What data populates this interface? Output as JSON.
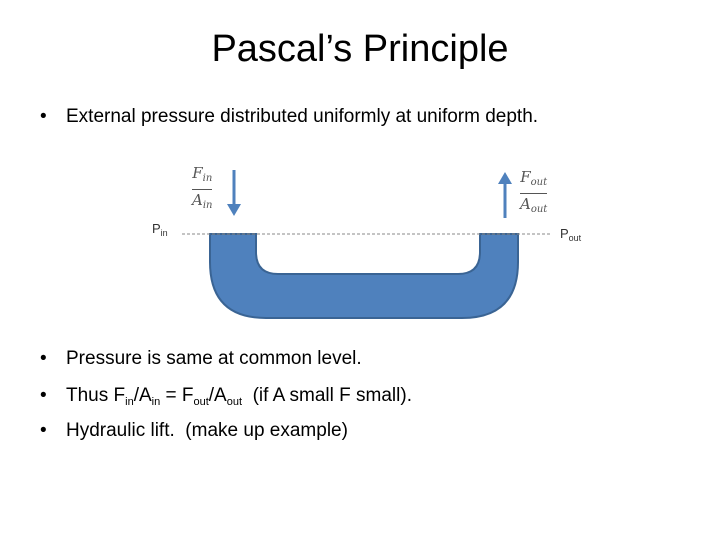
{
  "slide": {
    "title": "Pascal’s Principle"
  },
  "bullets_top": [
    {
      "dot": "•",
      "text": "External pressure distributed uniformly at uniform depth."
    }
  ],
  "diagram": {
    "fin_label": {
      "var": "F",
      "sub": "in"
    },
    "ain_label": {
      "var": "A",
      "sub": "in"
    },
    "fout_label": {
      "var": "F",
      "sub": "out"
    },
    "aout_label": {
      "var": "A",
      "sub": "out"
    },
    "pin_label": {
      "main": "P",
      "sub": "in"
    },
    "pout_label": {
      "main": "P",
      "sub": "out"
    },
    "fluid_color": "#4f81bd",
    "arrow_color": "#4f81bd"
  },
  "bullets_bottom": {
    "b1": {
      "dot": "•",
      "text": "Pressure is same at common level."
    },
    "b2": {
      "dot": "•",
      "lead": "Thus F",
      "s1": "in",
      "t2": "/A",
      "s2": "in",
      "t3": " = F",
      "s3": "out",
      "t4": "/A",
      "s4": "out",
      "tail": "  (if A small F small)."
    },
    "b3": {
      "dot": "•",
      "text": "Hydraulic lift.  (make up example)"
    }
  }
}
